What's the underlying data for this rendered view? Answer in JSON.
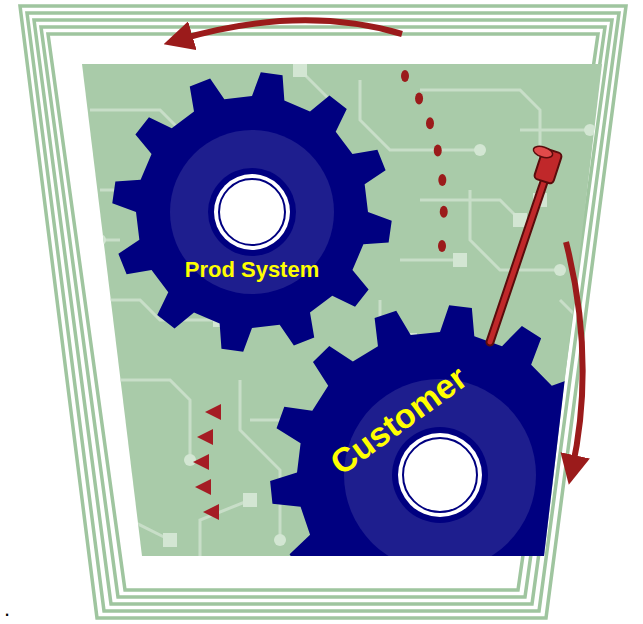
{
  "diagram": {
    "nodes": [
      {
        "text": [
          "Prod System"
        ]
      },
      {
        "text": [
          "Customer"
        ]
      }
    ],
    "labels": [
      "."
    ]
  }
}
